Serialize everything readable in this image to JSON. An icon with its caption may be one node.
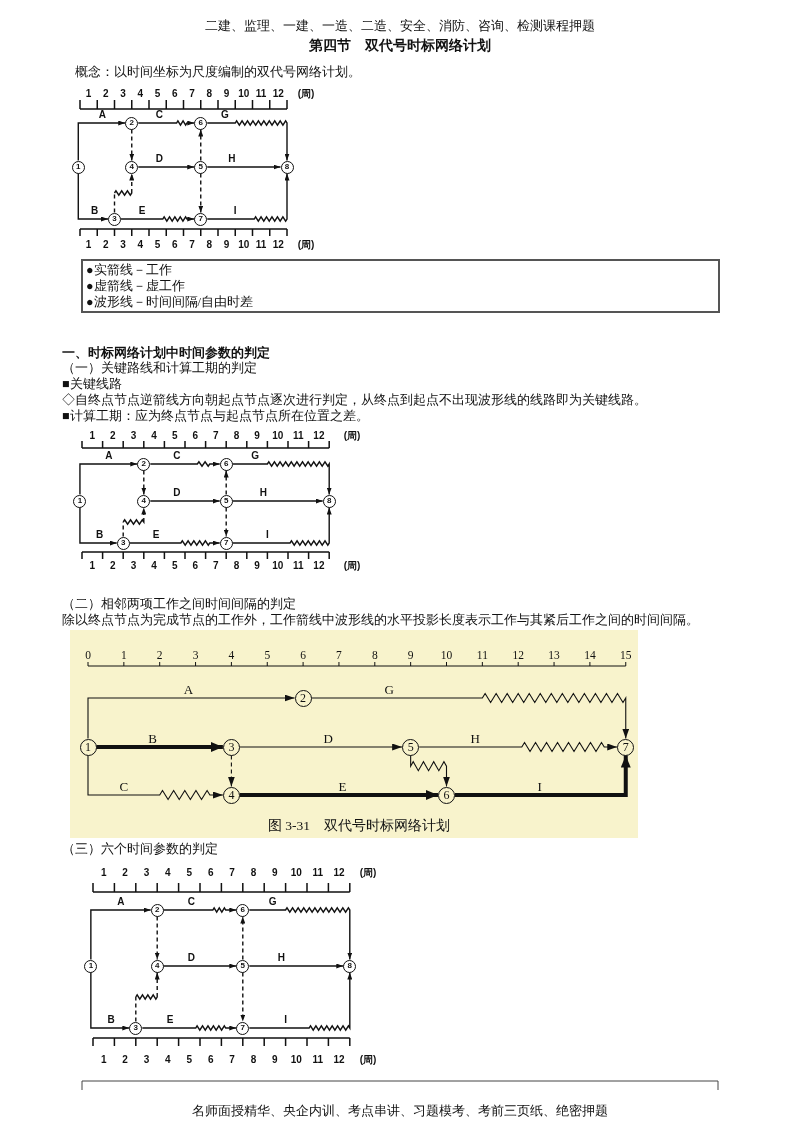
{
  "diagram": {
    "title": "第四节　双代号时标网络计划",
    "nodes": [
      {
        "text": [
          "2"
        ]
      },
      {
        "text": [
          "6"
        ]
      },
      {
        "text": [
          "1"
        ]
      },
      {
        "text": [
          "4"
        ]
      },
      {
        "text": [
          "5"
        ]
      },
      {
        "text": [
          "8"
        ]
      },
      {
        "text": [
          "3"
        ]
      },
      {
        "text": [
          "7"
        ]
      },
      {
        "text": [
          "●实箭线－工作",
          "●虚箭线－虚工作",
          "●波形线－时间间隔/自由时差"
        ]
      },
      {
        "text": [
          "2"
        ]
      },
      {
        "text": [
          "6"
        ]
      },
      {
        "text": [
          "1"
        ]
      },
      {
        "text": [
          "4"
        ]
      },
      {
        "text": [
          "5"
        ]
      },
      {
        "text": [
          "8"
        ]
      },
      {
        "text": [
          "3"
        ]
      },
      {
        "text": [
          "7"
        ]
      },
      {
        "text": [
          "图 3-31　双代号时标网络计划"
        ]
      },
      {
        "text": [
          "2"
        ],
        "in": 17
      },
      {
        "text": [
          "1"
        ],
        "in": 17
      },
      {
        "text": [
          "3"
        ],
        "in": 17
      },
      {
        "text": [
          "5"
        ],
        "in": 17
      },
      {
        "text": [
          "7"
        ],
        "in": 17
      },
      {
        "text": [
          "4"
        ],
        "in": 17
      },
      {
        "text": [
          "6"
        ],
        "in": 17
      },
      {
        "text": [
          "2"
        ]
      },
      {
        "text": [
          "6"
        ]
      },
      {
        "text": [
          "1"
        ]
      },
      {
        "text": [
          "4"
        ]
      },
      {
        "text": [
          "5"
        ]
      },
      {
        "text": [
          "8"
        ]
      },
      {
        "text": [
          "3"
        ]
      },
      {
        "text": [
          "7"
        ]
      }
    ],
    "edges": [
      {
        "from": 2,
        "to": 0,
        "arrow": "to",
        "label": "A"
      },
      {
        "from": 0,
        "to": 1,
        "arrow": "to",
        "label": "C"
      },
      {
        "from": 1,
        "to": 5,
        "arrow": "to",
        "label": "G"
      },
      {
        "from": 0,
        "to": 3,
        "arrow": "to",
        "style": "dashed"
      },
      {
        "from": 4,
        "to": 1,
        "arrow": "to",
        "style": "dashed"
      },
      {
        "from": 3,
        "to": 4,
        "arrow": "to",
        "label": "D"
      },
      {
        "from": 4,
        "to": 5,
        "arrow": "to",
        "label": "H"
      },
      {
        "from": 6,
        "to": 3,
        "arrow": "to",
        "style": "dashed"
      },
      {
        "from": 4,
        "to": 7,
        "arrow": "to",
        "style": "dashed"
      },
      {
        "from": 2,
        "to": 6,
        "arrow": "to",
        "label": "B"
      },
      {
        "from": 6,
        "to": 7,
        "arrow": "to",
        "label": "E"
      },
      {
        "from": 7,
        "to": 5,
        "arrow": "to",
        "label": "I"
      },
      {
        "from": 11,
        "to": 9,
        "arrow": "to",
        "label": "A"
      },
      {
        "from": 9,
        "to": 10,
        "arrow": "to",
        "label": "C"
      },
      {
        "from": 10,
        "to": 14,
        "arrow": "to",
        "label": "G"
      },
      {
        "from": 9,
        "to": 12,
        "arrow": "to",
        "style": "dashed"
      },
      {
        "from": 13,
        "to": 10,
        "arrow": "to",
        "style": "dashed"
      },
      {
        "from": 12,
        "to": 13,
        "arrow": "to",
        "label": "D"
      },
      {
        "from": 13,
        "to": 14,
        "arrow": "to",
        "label": "H"
      },
      {
        "from": 15,
        "to": 12,
        "arrow": "to",
        "style": "dashed"
      },
      {
        "from": 13,
        "to": 16,
        "arrow": "to",
        "style": "dashed"
      },
      {
        "from": 11,
        "to": 15,
        "arrow": "to",
        "label": "B"
      },
      {
        "from": 15,
        "to": 16,
        "arrow": "to",
        "label": "E"
      },
      {
        "from": 16,
        "to": 14,
        "arrow": "to",
        "label": "I"
      },
      {
        "from": 19,
        "to": 18,
        "arrow": "to",
        "label": "A"
      },
      {
        "from": 18,
        "to": 22,
        "arrow": "to",
        "label": "G"
      },
      {
        "from": 19,
        "to": 20,
        "arrow": "to",
        "label": "B",
        "style": "thick"
      },
      {
        "from": 20,
        "to": 21,
        "arrow": "to",
        "label": "D"
      },
      {
        "from": 21,
        "to": 22,
        "arrow": "to",
        "label": "H"
      },
      {
        "from": 20,
        "to": 23,
        "arrow": "to",
        "style": "dashed"
      },
      {
        "from": 21,
        "to": 24,
        "arrow": "to"
      },
      {
        "from": 19,
        "to": 23,
        "arrow": "to",
        "label": "C"
      },
      {
        "from": 23,
        "to": 24,
        "arrow": "to",
        "label": "E",
        "style": "thick"
      },
      {
        "from": 24,
        "to": 22,
        "arrow": "to",
        "label": "I",
        "style": "thick"
      },
      {
        "from": 27,
        "to": 25,
        "arrow": "to",
        "label": "A"
      },
      {
        "from": 25,
        "to": 26,
        "arrow": "to",
        "label": "C"
      },
      {
        "from": 26,
        "to": 30,
        "arrow": "to",
        "label": "G"
      },
      {
        "from": 25,
        "to": 28,
        "arrow": "to",
        "style": "dashed"
      },
      {
        "from": 29,
        "to": 26,
        "arrow": "to",
        "style": "dashed"
      },
      {
        "from": 28,
        "to": 29,
        "arrow": "to",
        "label": "D"
      },
      {
        "from": 29,
        "to": 30,
        "arrow": "to",
        "label": "H"
      },
      {
        "from": 31,
        "to": 28,
        "arrow": "to",
        "style": "dashed"
      },
      {
        "from": 29,
        "to": 32,
        "arrow": "to",
        "style": "dashed"
      },
      {
        "from": 27,
        "to": 31,
        "arrow": "to",
        "label": "B"
      },
      {
        "from": 31,
        "to": 32,
        "arrow": "to",
        "label": "E"
      },
      {
        "from": 32,
        "to": 30,
        "arrow": "to",
        "label": "I"
      }
    ],
    "labels": [
      "二建、监理、一建、一造、二造、安全、消防、咨询、检测课程押题",
      "概念：以时间坐标为尺度编制的双代号网络计划。",
      "1",
      "2",
      "3",
      "4",
      "5",
      "6",
      "7",
      "8",
      "9",
      "10",
      "11",
      "12",
      "(周)",
      "1",
      "2",
      "3",
      "4",
      "5",
      "6",
      "7",
      "8",
      "9",
      "10",
      "11",
      "12",
      "(周)",
      "一、时标网络计划中时间参数的判定",
      "（一）关键路线和计算工期的判定",
      "■关键线路",
      "◇自终点节点逆箭线方向朝起点节点逐次进行判定，从终点到起点不出现波形线的线路即为关键线路。",
      "■计算工期：应为终点节点与起点节点所在位置之差。",
      "1",
      "2",
      "3",
      "4",
      "5",
      "6",
      "7",
      "8",
      "9",
      "10",
      "11",
      "12",
      "(周)",
      "1",
      "2",
      "3",
      "4",
      "5",
      "6",
      "7",
      "8",
      "9",
      "10",
      "11",
      "12",
      "(周)",
      "（二）相邻两项工作之间时间间隔的判定",
      "除以终点节点为完成节点的工作外，工作箭线中波形线的水平投影长度表示工作与其紧后工作之间的时间间隔。",
      "0",
      "1",
      "2",
      "3",
      "4",
      "5",
      "6",
      "7",
      "8",
      "9",
      "10",
      "11",
      "12",
      "13",
      "14",
      "15",
      "（三）六个时间参数的判定",
      "1",
      "2",
      "3",
      "4",
      "5",
      "6",
      "7",
      "8",
      "9",
      "10",
      "11",
      "12",
      "(周)",
      "1",
      "2",
      "3",
      "4",
      "5",
      "6",
      "7",
      "8",
      "9",
      "10",
      "11",
      "12",
      "(周)",
      "名师面授精华、央企内训、考点串讲、习题模考、考前三页纸、绝密押题"
    ]
  }
}
